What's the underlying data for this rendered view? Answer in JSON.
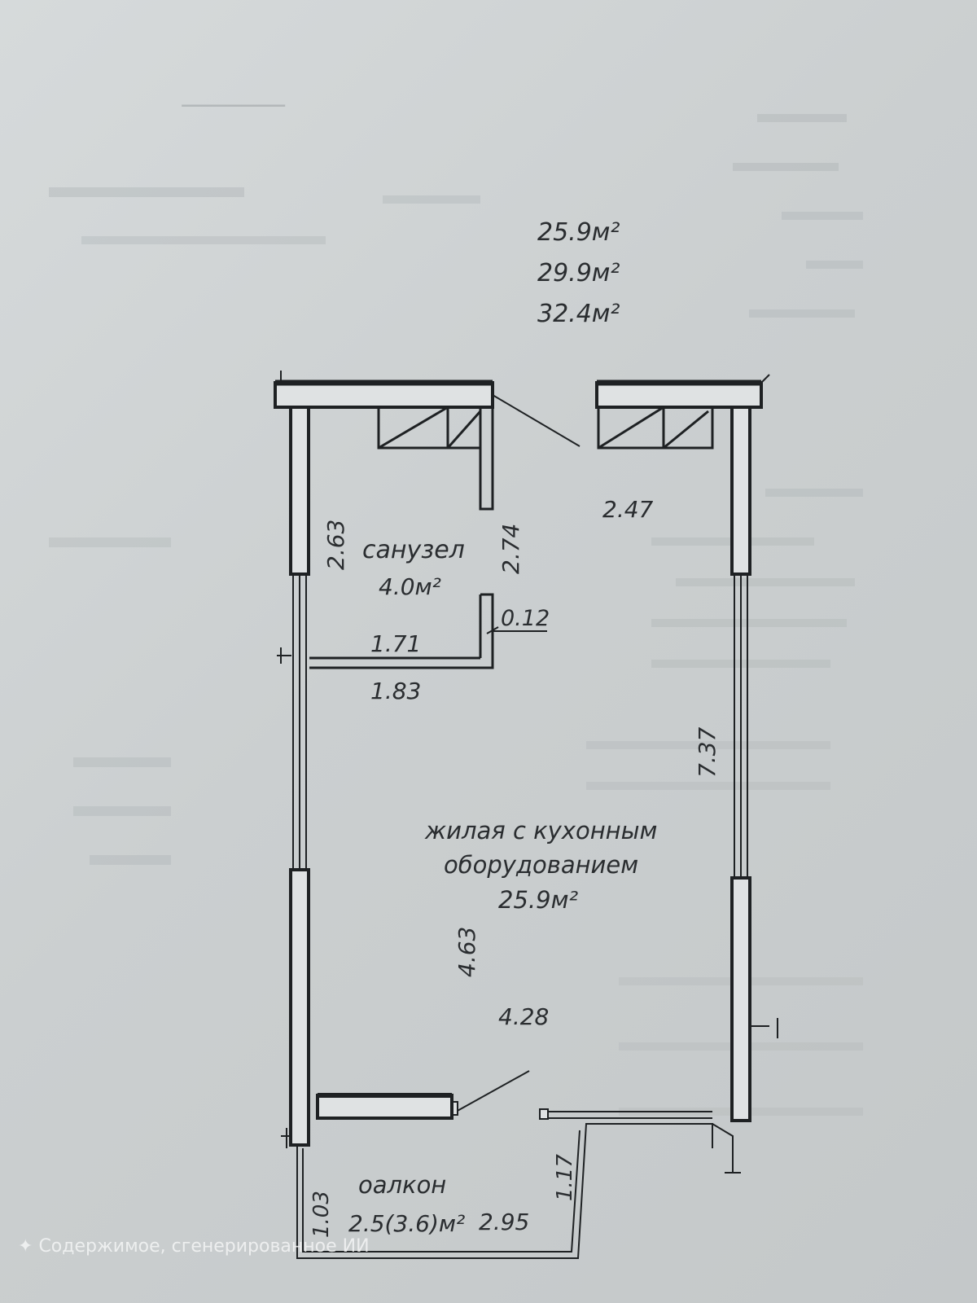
{
  "area_totals": [
    "25.9м²",
    "29.9м²",
    "32.4м²"
  ],
  "rooms": {
    "bathroom": {
      "name": "санузел",
      "area": "4.0м²"
    },
    "living": {
      "name_line1": "жилая с кухонным",
      "name_line2": "оборудованием",
      "area": "25.9м²"
    },
    "balcony": {
      "name": "оалкон",
      "area": "2.5(3.6)м²"
    }
  },
  "dimensions": {
    "entry_width": "2.47",
    "bath_left_height": "2.63",
    "bath_right_height": "2.74",
    "partition_thickness": "0.12",
    "bath_inner_width": "1.71",
    "bath_outer_width": "1.83",
    "room_right_length": "7.37",
    "room_lower_height": "4.63",
    "room_width": "4.28",
    "balcony_left": "1.03",
    "balcony_bottom": "2.95",
    "balcony_right": "1.17"
  },
  "watermark": "Содержимое, сгенерированное ИИ",
  "watermark_icon": "sparkle-icon",
  "colors": {
    "paper": "#cfd3d4",
    "ink": "#2a2d30",
    "wall": "#1e2123"
  }
}
